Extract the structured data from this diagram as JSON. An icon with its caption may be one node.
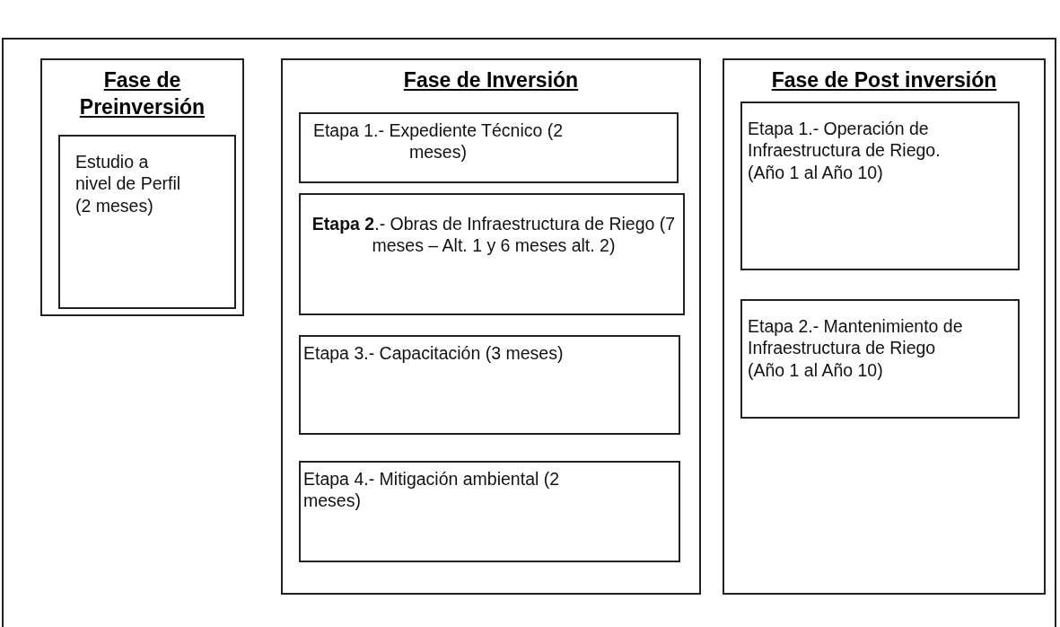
{
  "diagram": {
    "nodes": [
      {
        "text": [
          "Fase de Preinversión"
        ]
      },
      {
        "text": [
          "Estudio a nivel de Perfil (2 meses)"
        ],
        "in": 0
      },
      {
        "text": [
          "Fase de Inversión"
        ]
      },
      {
        "text": [
          "Etapa 1.- Expediente Técnico (2 meses)"
        ],
        "in": 2
      },
      {
        "text": [
          "**Etapa 2**.- Obras de Infraestructura de Riego (7 meses – Alt. 1 y 6 meses alt. 2)"
        ],
        "in": 2
      },
      {
        "text": [
          "Etapa 3.- Capacitación (3 meses)"
        ],
        "in": 2
      },
      {
        "text": [
          "Etapa 4.- Mitigación ambiental (2 meses)"
        ],
        "in": 2
      },
      {
        "text": [
          "Fase de Post inversión"
        ]
      },
      {
        "text": [
          "Etapa 1.- Operación de Infraestructura de Riego. (Año 1 al Año 10)"
        ],
        "in": 7
      },
      {
        "text": [
          "Etapa 2.- Mantenimiento de Infraestructura de Riego (Año 1 al Año 10)"
        ],
        "in": 7
      }
    ]
  }
}
